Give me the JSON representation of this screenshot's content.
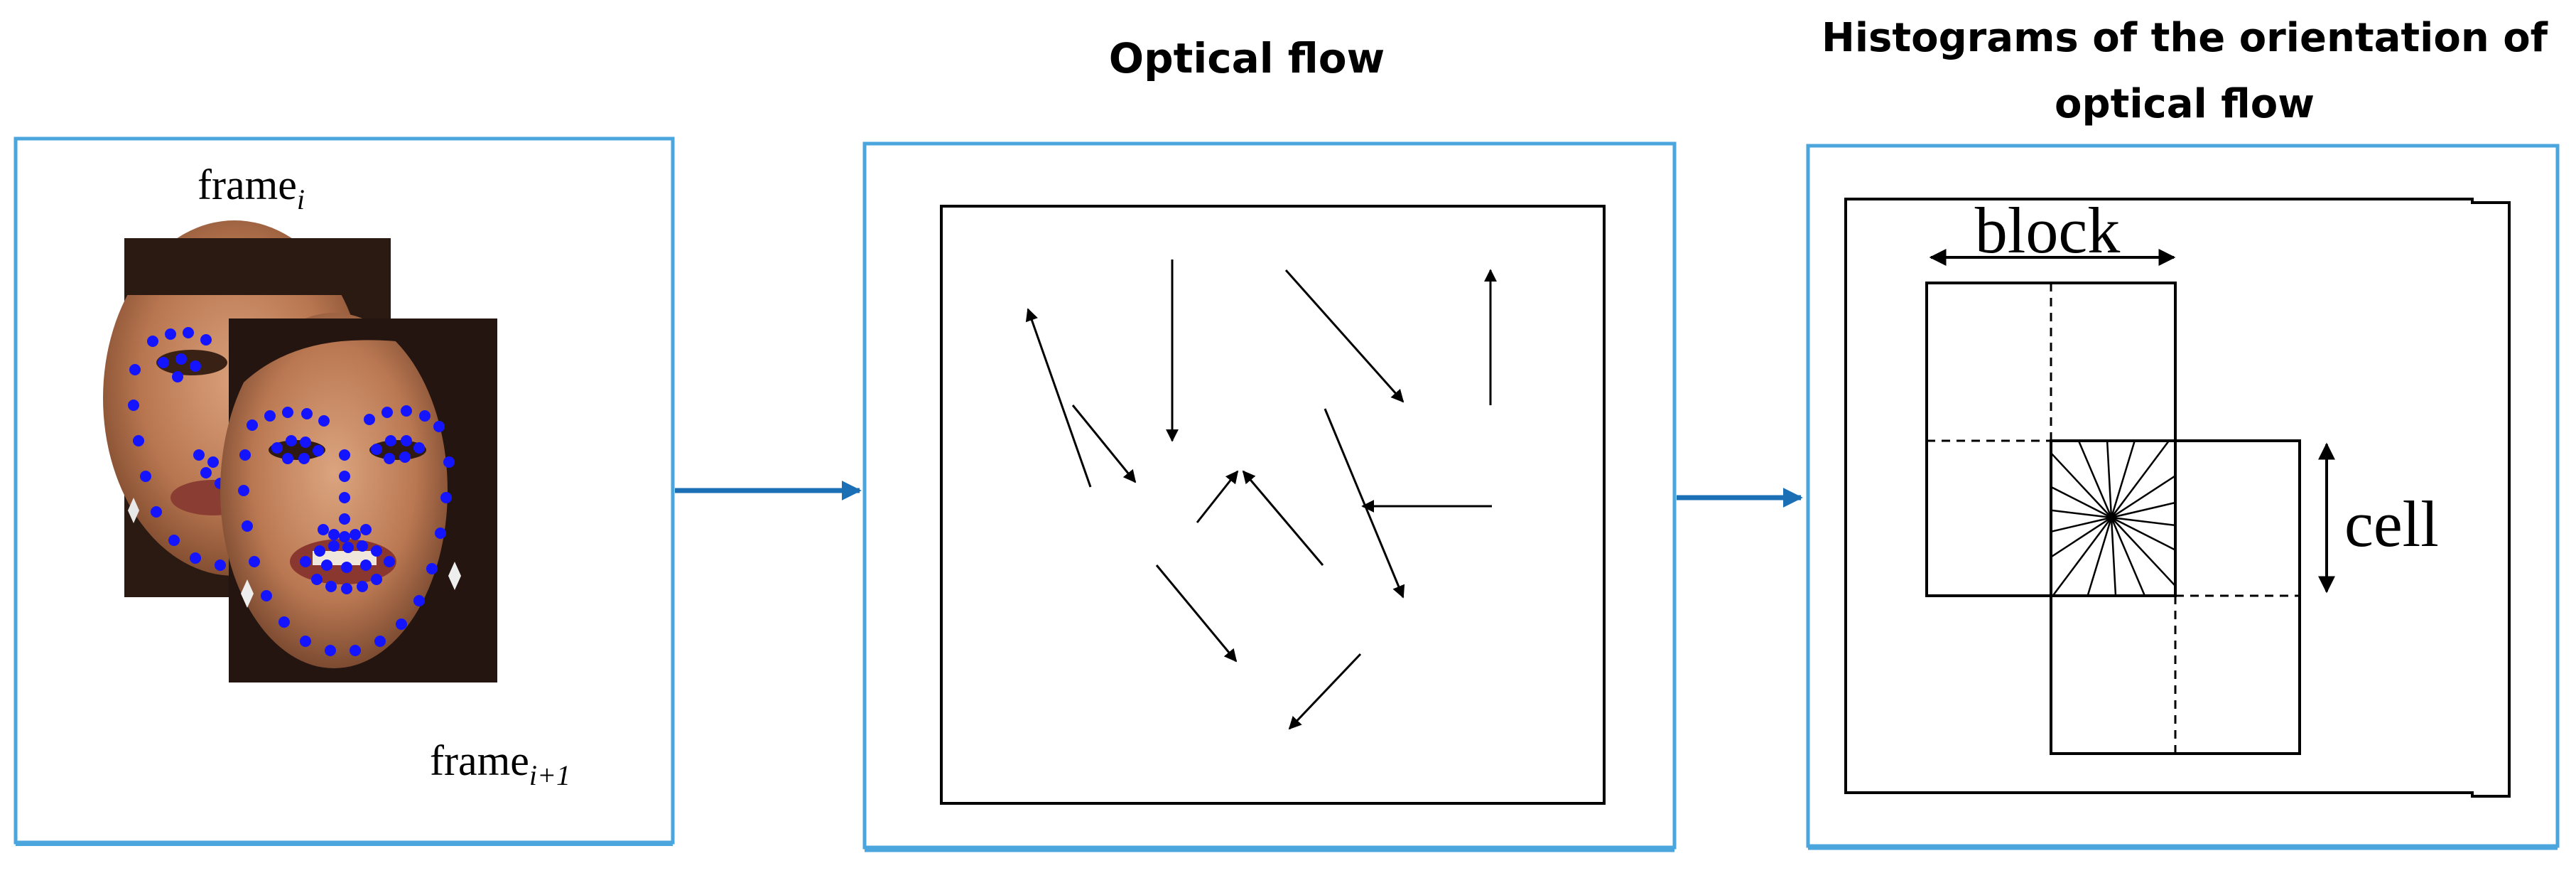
{
  "panels": {
    "frames": {
      "label_i_base": "frame",
      "label_i_sub": "i",
      "label_next_base": "frame",
      "label_next_sub": "i+1"
    },
    "optical_flow": {
      "title": "Optical flow"
    },
    "histograms": {
      "title_line1": "Histograms of the orientation of",
      "title_line2": "optical flow",
      "block_label": "block",
      "cell_label": "cell"
    }
  },
  "colors": {
    "panel_border": "#4aa6dc",
    "connector": "#1a6fb5",
    "landmark": "#1414ff"
  }
}
